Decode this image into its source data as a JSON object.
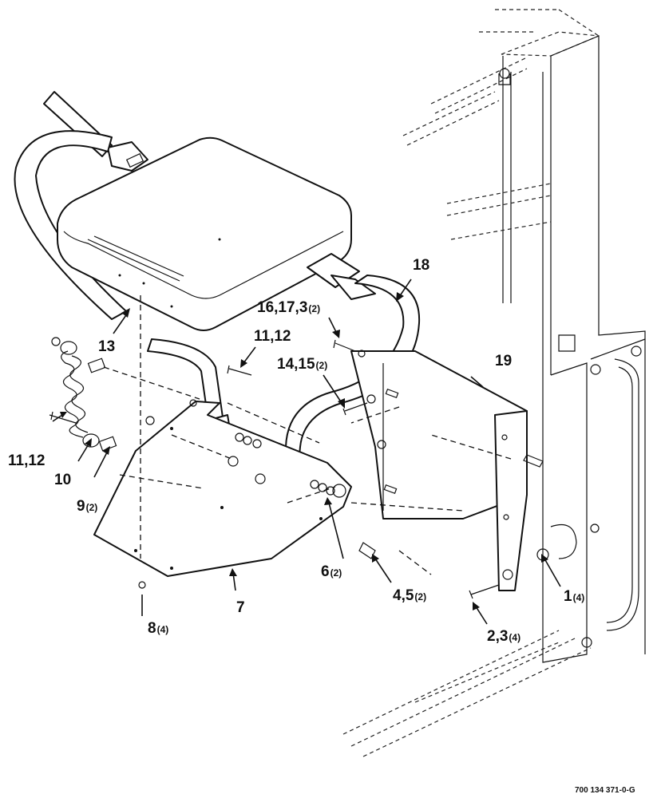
{
  "callouts": [
    {
      "id": "c13",
      "number": "13",
      "qty": ""
    },
    {
      "id": "c18",
      "number": "18",
      "qty": ""
    },
    {
      "id": "c16",
      "number": "16,17,3",
      "qty": "(2)"
    },
    {
      "id": "c11a",
      "number": "11,12",
      "qty": ""
    },
    {
      "id": "c14",
      "number": "14,15",
      "qty": "(2)"
    },
    {
      "id": "c19",
      "number": "19",
      "qty": ""
    },
    {
      "id": "c11b",
      "number": "11,12",
      "qty": ""
    },
    {
      "id": "c10",
      "number": "10",
      "qty": ""
    },
    {
      "id": "c9",
      "number": "9",
      "qty": "(2)"
    },
    {
      "id": "c6",
      "number": "6",
      "qty": "(2)"
    },
    {
      "id": "c45",
      "number": "4,5",
      "qty": "(2)"
    },
    {
      "id": "c1",
      "number": "1",
      "qty": "(4)"
    },
    {
      "id": "c7",
      "number": "7",
      "qty": ""
    },
    {
      "id": "c8",
      "number": "8",
      "qty": "(4)"
    },
    {
      "id": "c23",
      "number": "2,3",
      "qty": "(4)"
    }
  ],
  "drawing_ref": "700 134 371-0-G"
}
